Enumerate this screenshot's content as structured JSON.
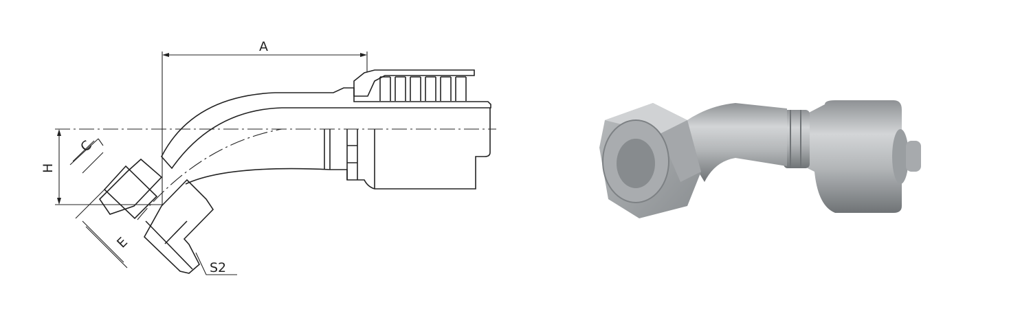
{
  "drawing": {
    "dimension_labels": {
      "a": "A",
      "c": "C",
      "h": "H",
      "e": "E",
      "s2": "S2"
    }
  },
  "colors": {
    "line": "#222222",
    "metal_light": "#c9cbcd",
    "metal_dark": "#7d8184"
  }
}
